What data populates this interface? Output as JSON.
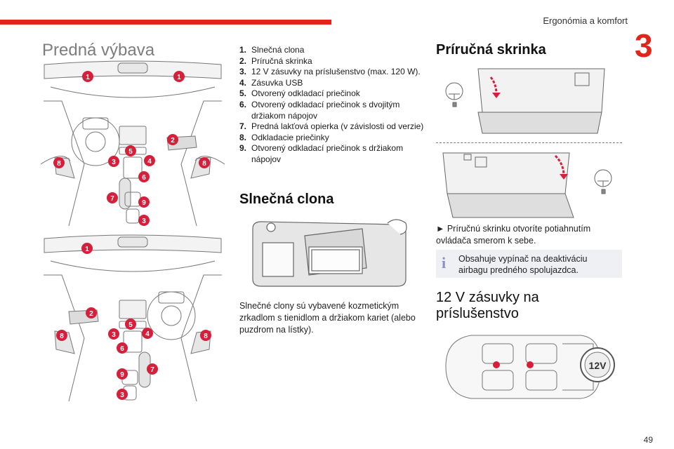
{
  "header": {
    "section": "Ergonómia a komfort",
    "chapter": "3"
  },
  "page": {
    "title": "Predná výbava",
    "number": "49"
  },
  "items": [
    {
      "num": "1.",
      "text": "Slnečná clona"
    },
    {
      "num": "2.",
      "text": "Príručná skrinka"
    },
    {
      "num": "3.",
      "text": "12 V zásuvky na príslušenstvo (max. 120 W)."
    },
    {
      "num": "4.",
      "text": "Zásuvka USB"
    },
    {
      "num": "5.",
      "text": "Otvorený odkladací priečinok"
    },
    {
      "num": "6.",
      "text": "Otvorený odkladací priečinok s dvojitým držiakom nápojov"
    },
    {
      "num": "7.",
      "text": "Predná lakťová opierka (v závislosti od verzie)"
    },
    {
      "num": "8.",
      "text": "Odkladacie priečinky"
    },
    {
      "num": "9.",
      "text": "Otvorený odkladací priečinok s držiakom nápojov"
    }
  ],
  "sun_visor": {
    "title": "Slnečná clona",
    "text": "Slnečné clony sú vybavené kozmetickým zrkadlom s tienidlom a držiakom kariet (alebo puzdrom na lístky)."
  },
  "glovebox": {
    "title": "Príručná skrinka",
    "instruction": "► Príručnú skrinku otvoríte potiahnutím ovládača smerom k sebe.",
    "info_icon": "info-icon",
    "info": "Obsahuje vypínač na deaktiváciu airbagu predného spolujazdca."
  },
  "sockets": {
    "title": "12 V zásuvky na príslušenstvo",
    "badge": "12V"
  },
  "diagram_lhd": {
    "markers": [
      "1",
      "1",
      "2",
      "5",
      "3",
      "4",
      "6",
      "8",
      "8",
      "7",
      "9",
      "3"
    ]
  },
  "diagram_rhd": {
    "markers": [
      "1",
      "2",
      "5",
      "3",
      "4",
      "8",
      "8",
      "6",
      "7",
      "9",
      "3"
    ]
  },
  "colors": {
    "accent": "#e1251b",
    "info_bg": "#eef0f3",
    "info_icon": "#8a8fc9"
  }
}
